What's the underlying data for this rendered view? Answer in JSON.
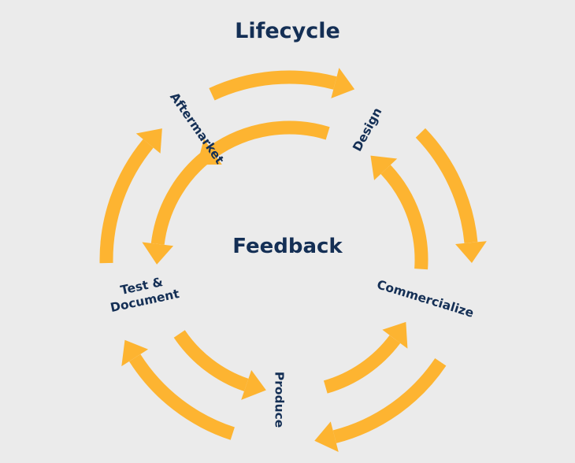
{
  "title": "Lifecycle",
  "center_label": "Feedback",
  "colors": {
    "background": "#ebebeb",
    "arrow": "#fdb431",
    "text": "#142f55"
  },
  "stages": [
    {
      "id": "design",
      "lines": [
        "Design"
      ]
    },
    {
      "id": "commercialize",
      "lines": [
        "Commercialize"
      ]
    },
    {
      "id": "produce",
      "lines": [
        "Produce"
      ]
    },
    {
      "id": "test-document",
      "lines": [
        "Test &",
        "Document"
      ]
    },
    {
      "id": "aftermarket",
      "lines": [
        "Aftermarket"
      ]
    }
  ],
  "outer_cycle": {
    "direction": "clockwise",
    "arrows": [
      {
        "from": "aftermarket",
        "to": "design"
      },
      {
        "from": "design",
        "to": "commercialize"
      },
      {
        "from": "commercialize",
        "to": "produce"
      },
      {
        "from": "produce",
        "to": "test-document"
      },
      {
        "from": "test-document",
        "to": "aftermarket"
      }
    ]
  },
  "inner_cycle": {
    "direction": "counter-clockwise",
    "arrows": [
      {
        "from": "design",
        "to": "aftermarket"
      },
      {
        "from": "aftermarket",
        "to": "test-document"
      },
      {
        "from": "test-document",
        "to": "produce"
      },
      {
        "from": "produce",
        "to": "commercialize"
      },
      {
        "from": "commercialize",
        "to": "design"
      }
    ]
  }
}
